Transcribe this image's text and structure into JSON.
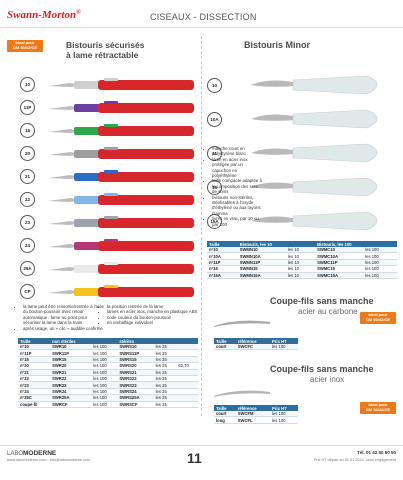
{
  "header": {
    "brand": "Swann-Morton",
    "brand_mark": "®",
    "section": "CISEAUX - DISSECTION"
  },
  "colors": {
    "badge": "#ea7b1c",
    "table_header": "#2c6f9e",
    "brand": "#d4202c"
  },
  "badges": {
    "line1": "Ideal pour",
    "line2": "DM 93/42/CE"
  },
  "left": {
    "title_line1": "Bistouris sécurisés",
    "title_line2": "à lame rétractable",
    "scalpels": [
      {
        "size": "10",
        "handle": "#d7262c",
        "accent": "#cfcfcf"
      },
      {
        "size": "11P",
        "handle": "#d7262c",
        "accent": "#6a3fa0"
      },
      {
        "size": "15",
        "handle": "#d7262c",
        "accent": "#2aa84a"
      },
      {
        "size": "20",
        "handle": "#d7262c",
        "accent": "#9e9e9e"
      },
      {
        "size": "21",
        "handle": "#d7262c",
        "accent": "#2e6bc7"
      },
      {
        "size": "22",
        "handle": "#d7262c",
        "accent": "#7fb7e6"
      },
      {
        "size": "23",
        "handle": "#d7262c",
        "accent": "#9ca3ad"
      },
      {
        "size": "24",
        "handle": "#d7262c",
        "accent": "#b9357a"
      },
      {
        "size": "25A",
        "handle": "#d7262c",
        "accent": "#e9e9e9"
      },
      {
        "size": "CP",
        "handle": "#d7262c",
        "accent": "#f6c31b"
      }
    ],
    "notes_col1": [
      "la lame peut être ressortie/rentrée à l'aide du bouton-poussoir avec retour automatique ; lame au point pour sécuriser la lame dans la main",
      "après usage, un « clic » audible confirme"
    ],
    "notes_col2": [
      "la position rentrée de la lame",
      "lames en acier inox, manche en plastique ABS",
      "code couleur du bouton-poussoir",
      "en emballage individuel"
    ],
    "table": {
      "headers": [
        "Taille",
        "non stériles",
        "",
        "stériles",
        ""
      ],
      "rows": [
        [
          "n°10",
          "SWR10",
          "les 100",
          "SWRS10",
          "les 25",
          ""
        ],
        [
          "n°11P",
          "SWR11P",
          "les 100",
          "SWRS11P",
          "les 25",
          ""
        ],
        [
          "n°15",
          "SWR15",
          "les 100",
          "SWRS15",
          "les 25",
          ""
        ],
        [
          "n°20",
          "SWR20",
          "les 100",
          "SWRS20",
          "les 25",
          "62,70"
        ],
        [
          "n°21",
          "SWR21",
          "les 100",
          "SWRS21",
          "les 25",
          ""
        ],
        [
          "n°22",
          "SWR22",
          "les 100",
          "SWRS22",
          "les 25",
          ""
        ],
        [
          "n°23",
          "SWR23",
          "les 100",
          "SWRS23",
          "les 25",
          ""
        ],
        [
          "n°24",
          "SWR24",
          "les 100",
          "SWRS24",
          "les 25",
          ""
        ],
        [
          "n°25C",
          "SWR25A",
          "les 100",
          "SWRS25A",
          "les 25",
          ""
        ],
        [
          "coupe-fil",
          "SWRCF",
          "les 100",
          "SWRSCF",
          "les 25",
          ""
        ]
      ]
    }
  },
  "right": {
    "title": "Bistouris Minor",
    "scalpels": [
      {
        "size": "10"
      },
      {
        "size": "10A"
      },
      {
        "size": "11"
      },
      {
        "size": "15"
      },
      {
        "size": "15A"
      }
    ],
    "notes": [
      "manche court en polystyrène blanc",
      "lame en acier inox protégée par un capuchon en polyéthylène",
      "taille compacte adaptée à la composition des sets de soins",
      "bistouris non-stériles, stérilisables à l'oxyde d'éthylène ou aux rayons Gamma",
      "livrés en vrac, par 10 ou par 100"
    ],
    "table": {
      "headers": [
        "Taille",
        "Bistouris, les 10",
        "",
        "Bistouris, les 100",
        ""
      ],
      "rows": [
        [
          "n°10",
          "SWMN10",
          "les 10",
          "SWMC10",
          "les 100"
        ],
        [
          "n°10A",
          "SWMN10A",
          "les 10",
          "SWMC10A",
          "les 100"
        ],
        [
          "n°11P",
          "SWMN11P",
          "les 10",
          "SWMC11P",
          "les 100"
        ],
        [
          "n°15",
          "SWMN15",
          "les 10",
          "SWMC15",
          "les 100"
        ],
        [
          "n°15A",
          "SWMN15A",
          "les 10",
          "SWMC15A",
          "les 100"
        ]
      ]
    },
    "coupe_carbone": {
      "title": "Coupe-fils sans manche",
      "subtitle": "acier au carbone",
      "headers": [
        "Taille",
        "référence",
        "Prix HT"
      ],
      "rows": [
        [
          "court",
          "SWCFC",
          "les 100"
        ]
      ]
    },
    "coupe_inox": {
      "title": "Coupe-fils sans manche",
      "subtitle": "acier inox",
      "headers": [
        "Taille",
        "référence",
        "Prix HT"
      ],
      "rows": [
        [
          "court",
          "SWCFM",
          "les 100"
        ],
        [
          "long",
          "SWCFL",
          "les 100"
        ]
      ]
    }
  },
  "footer": {
    "lab_prefix": "LABO",
    "lab_name": "MODERNE",
    "website": "www.labomoderne.com - info@labomoderne.com",
    "page": "11",
    "tel": "Tél. 01 42 50 50 50",
    "price_note": "Prix HT départ au 01.01.2024, sans engagement"
  }
}
